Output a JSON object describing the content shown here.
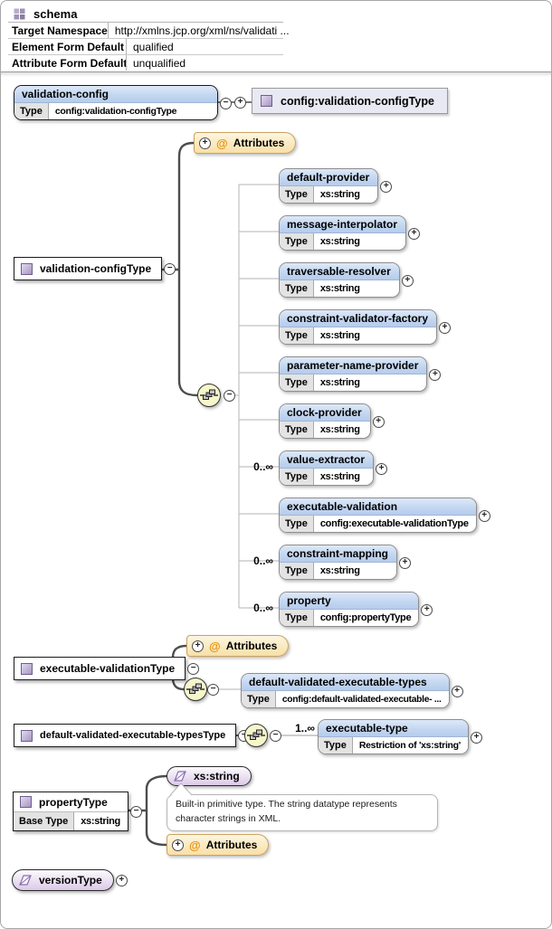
{
  "panel": {
    "title": "schema",
    "properties": [
      {
        "label": "Target Namespace",
        "value": "http://xmlns.jcp.org/xml/ns/validati ..."
      },
      {
        "label": "Element Form Default",
        "value": "qualified"
      },
      {
        "label": "Attribute Form Default",
        "value": "unqualified"
      }
    ]
  },
  "labels": {
    "type_key": "Type",
    "base_type_key": "Base Type",
    "at_sign": "@",
    "attributes": "Attributes"
  },
  "colors": {
    "element_header_blue": "#c4d7f1",
    "attributes_orange": "#f8e0a6",
    "compositor_yellow": "#f6f6cb",
    "simple_type_purple": "#dccae8",
    "type_ref_lavender": "#e9e9f3"
  },
  "diagram": {
    "root_element": {
      "name": "validation-config",
      "type": "config:validation-configType"
    },
    "root_type_ref": {
      "name": "config:validation-configType"
    },
    "validation_configType": {
      "name": "validation-configType"
    },
    "children": [
      {
        "name": "default-provider",
        "type": "xs:string",
        "occurs": ""
      },
      {
        "name": "message-interpolator",
        "type": "xs:string",
        "occurs": ""
      },
      {
        "name": "traversable-resolver",
        "type": "xs:string",
        "occurs": ""
      },
      {
        "name": "constraint-validator-factory",
        "type": "xs:string",
        "occurs": ""
      },
      {
        "name": "parameter-name-provider",
        "type": "xs:string",
        "occurs": ""
      },
      {
        "name": "clock-provider",
        "type": "xs:string",
        "occurs": ""
      },
      {
        "name": "value-extractor",
        "type": "xs:string",
        "occurs": "0..∞"
      },
      {
        "name": "executable-validation",
        "type": "config:executable-validationType",
        "occurs": ""
      },
      {
        "name": "constraint-mapping",
        "type": "xs:string",
        "occurs": "0..∞"
      },
      {
        "name": "property",
        "type": "config:propertyType",
        "occurs": "0..∞"
      }
    ],
    "executable_validationType": {
      "name": "executable-validationType"
    },
    "default_validated_executable_types": {
      "name": "default-validated-executable-types",
      "type": "config:default-validated-executable- ..."
    },
    "default_validated_executable_typesType": {
      "name": "default-validated-executable-typesType"
    },
    "executable_type": {
      "name": "executable-type",
      "type": "Restriction of 'xs:string'",
      "occurs": "1..∞"
    },
    "propertyType": {
      "name": "propertyType",
      "base": "xs:string"
    },
    "xs_string": {
      "name": "xs:string"
    },
    "xs_string_note": "Built-in primitive type. The string datatype represents character strings in XML.",
    "versionType": {
      "name": "versionType"
    }
  }
}
